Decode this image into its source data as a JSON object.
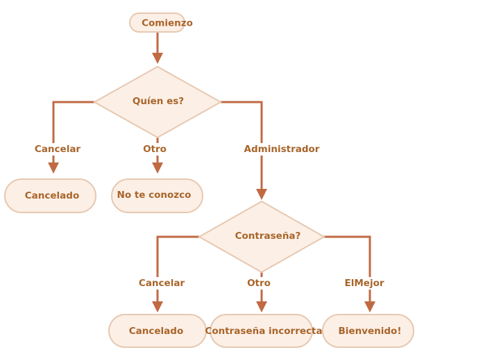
{
  "colors": {
    "node_fill": "#fcefe6",
    "node_border": "#e6c8b0",
    "edge": "#c06a43",
    "text": "#a8652a",
    "background": "#ffffff"
  },
  "nodes": {
    "start": "Comienzo",
    "who": "Quíen es?",
    "cancel_1": "Cancelado",
    "unknown": "No te conozco",
    "password": "Contraseña?",
    "cancel_2": "Cancelado",
    "wrong_password": "Contraseña incorrecta",
    "welcome": "Bienvenido!"
  },
  "edges": {
    "who_cancel": "Cancelar",
    "who_other": "Otro",
    "who_admin": "Administrador",
    "pw_cancel": "Cancelar",
    "pw_other": "Otro",
    "pw_best": "ElMejor"
  }
}
